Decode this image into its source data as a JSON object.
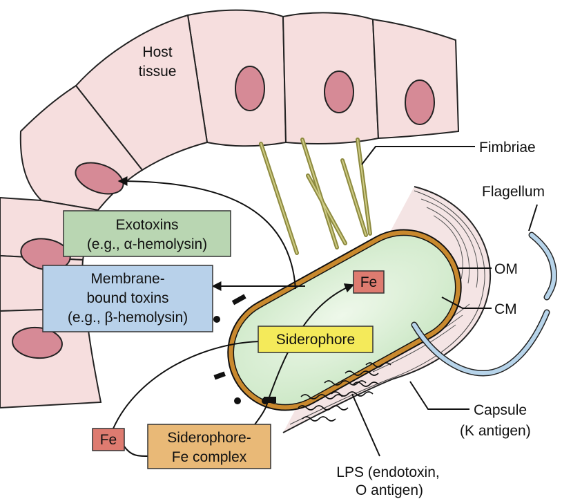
{
  "labels": {
    "host_tissue_line1": "Host",
    "host_tissue_line2": "tissue",
    "fimbriae": "Fimbriae",
    "flagellum": "Flagellum",
    "om": "OM",
    "cm": "CM",
    "capsule_line1": "Capsule",
    "capsule_line2": "(K antigen)",
    "lps_line1": "LPS (endotoxin,",
    "lps_line2": "O antigen)",
    "fe_inside": "Fe",
    "fe_outside": "Fe",
    "siderophore": "Siderophore",
    "siderophore_fe_line1": "Siderophore-",
    "siderophore_fe_line2": "Fe complex",
    "exotoxins_line1": "Exotoxins",
    "exotoxins_line2": "(e.g., α-hemolysin)",
    "membrane_toxins_line1": "Membrane-",
    "membrane_toxins_line2": "bound toxins",
    "membrane_toxins_line3": "(e.g., β-hemolysin)"
  },
  "colors": {
    "cell_fill": "#f6dede",
    "nucleus_fill": "#d68a96",
    "bacterium_fill": "#d8efd3",
    "membrane": "#c9892e",
    "exotoxin_box": "#b9d6b2",
    "membrane_toxin_box": "#b8d1ea",
    "siderophore_box": "#f4ea5a",
    "complex_box": "#e9b977",
    "fe_box": "#de7b70",
    "flagellum": "#b7d4ea"
  }
}
